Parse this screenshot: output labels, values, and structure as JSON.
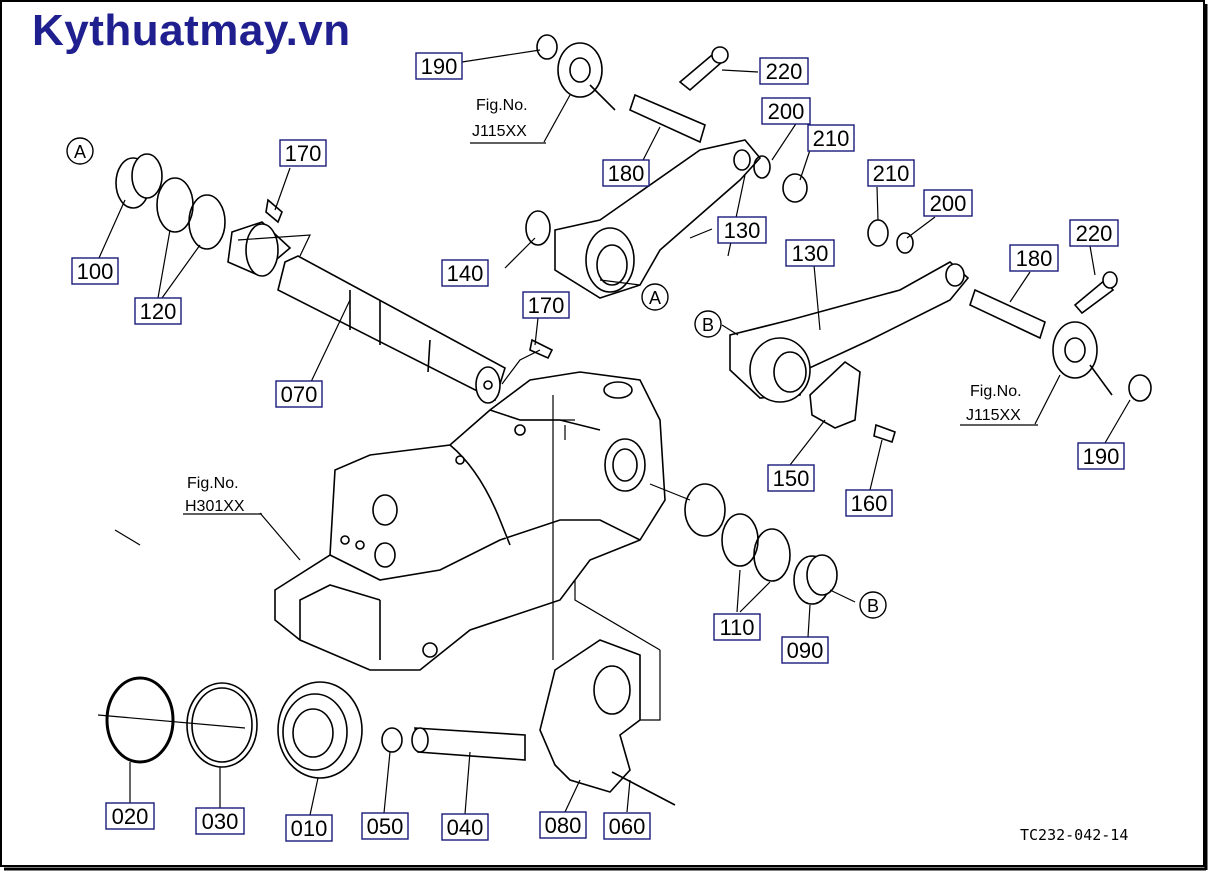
{
  "brand": "Kythuatmay.vn",
  "drawing_code": "TC232-042-14",
  "callouts": {
    "c020": "020",
    "c030": "030",
    "c010": "010",
    "c050": "050",
    "c040": "040",
    "c080": "080",
    "c060": "060",
    "c070": "070",
    "c100": "100",
    "c120": "120",
    "c170a": "170",
    "c170b": "170",
    "c140": "140",
    "c180a": "180",
    "c130a": "130",
    "c190a": "190",
    "c220a": "220",
    "c200a": "200",
    "c210a": "210",
    "c210b": "210",
    "c200b": "200",
    "c220b": "220",
    "c130b": "130",
    "c180b": "180",
    "c150": "150",
    "c160": "160",
    "c190b": "190",
    "c110": "110",
    "c090": "090"
  },
  "refs": {
    "fig_label_1": "Fig.No.",
    "fig_code_1": "J115XX",
    "fig_label_2": "Fig.No.",
    "fig_code_2": "J115XX",
    "fig_label_3": "Fig.No.",
    "fig_code_3": "H301XX"
  },
  "markers": {
    "a1": "A",
    "a2": "A",
    "b1": "B",
    "b2": "B"
  }
}
